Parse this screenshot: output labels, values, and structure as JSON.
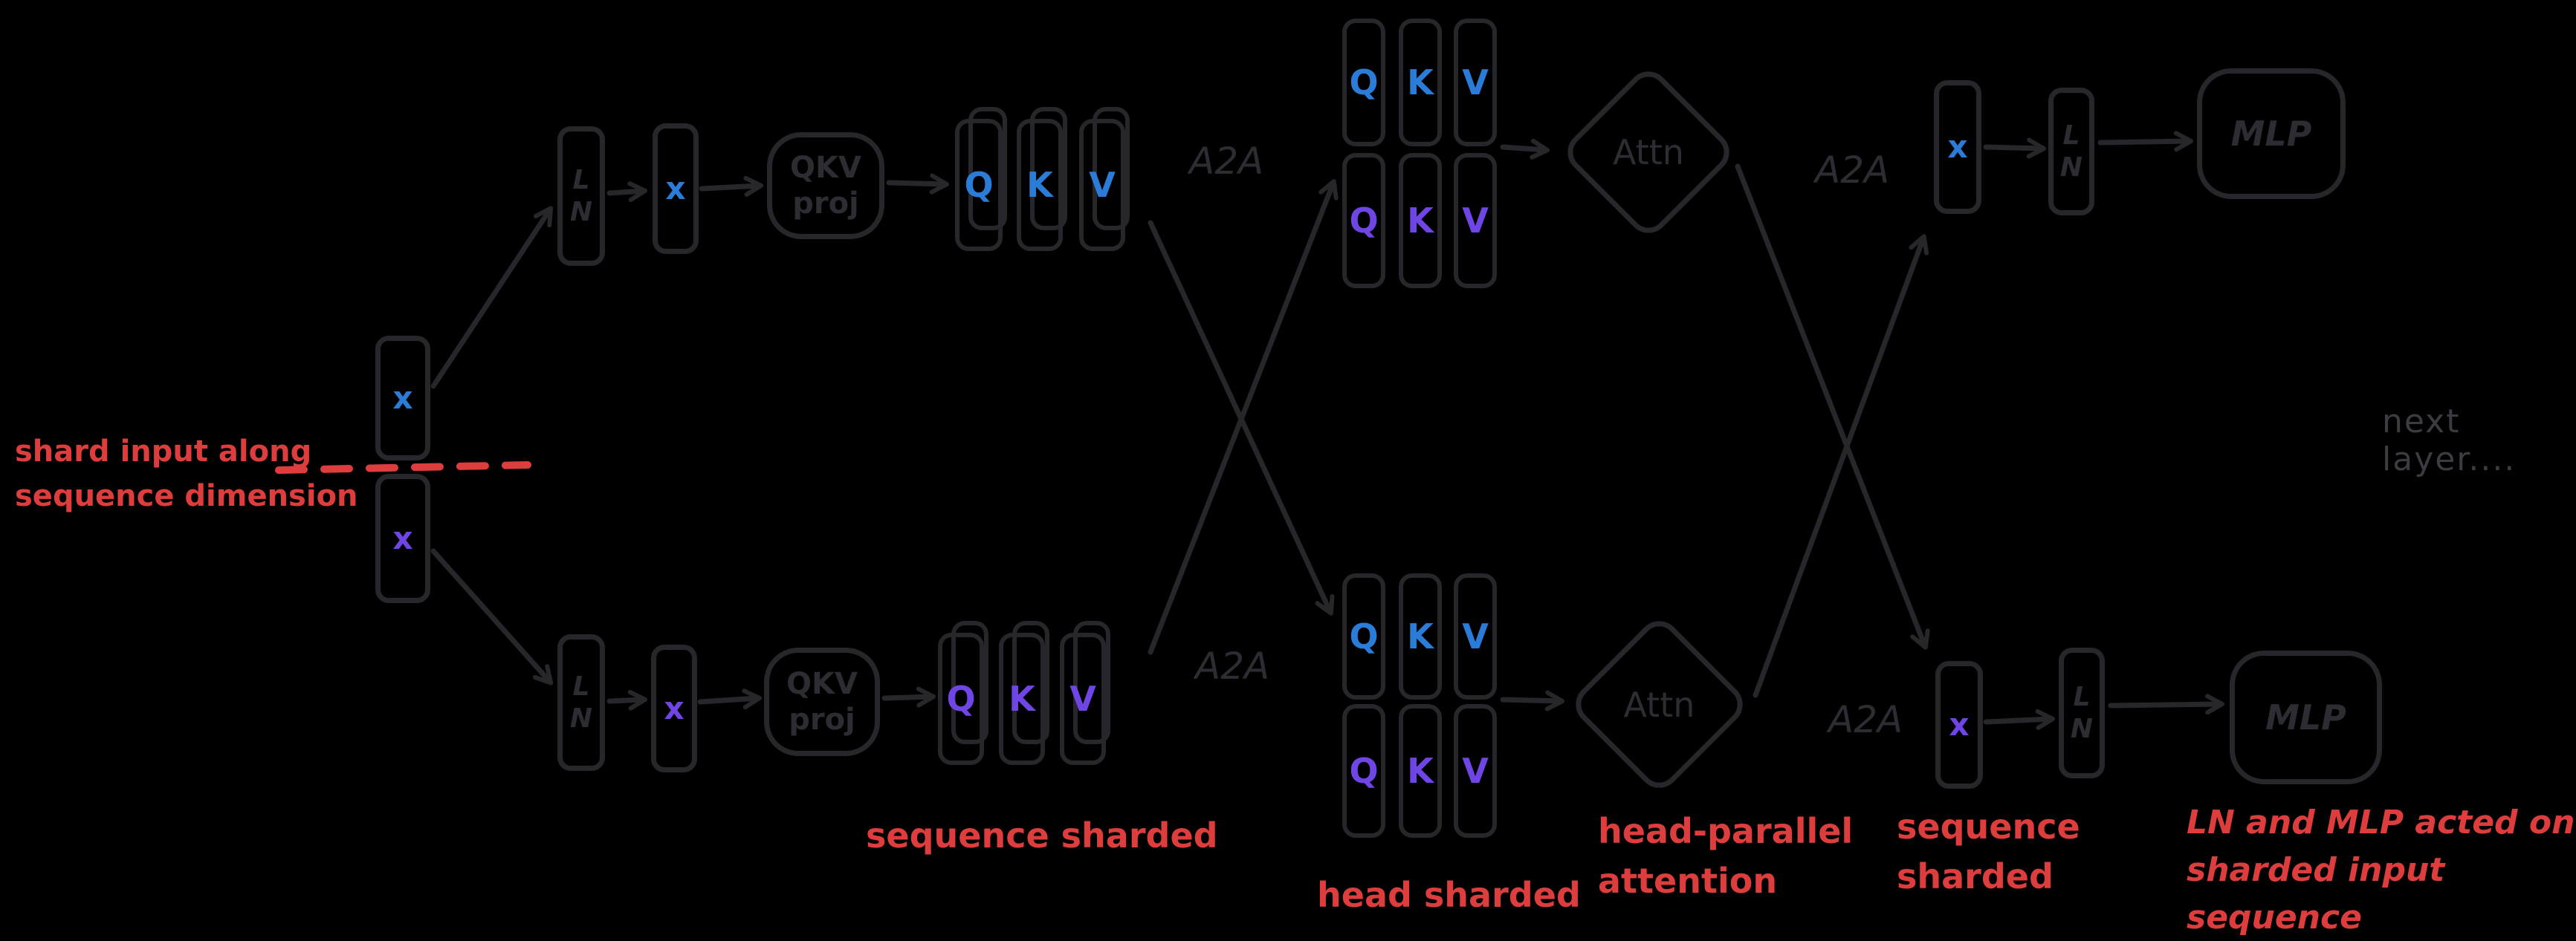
{
  "colors": {
    "stroke": "#26262b",
    "darktext": "#2c2c32",
    "lighttext": "#3b3b42",
    "blue": "#2b7cd9",
    "purple": "#6f46e5",
    "red": "#de3d3d",
    "bg": "#000000"
  },
  "labels": {
    "x": "x",
    "q": "Q",
    "k": "K",
    "v": "V",
    "ln_line1": "L",
    "ln_line2": "N",
    "qkv_proj_line1": "QKV",
    "qkv_proj_line2": "proj",
    "attn": "Attn",
    "mlp": "MLP",
    "a2a": "A2A",
    "next_layer": "next layer...."
  },
  "annotations": {
    "shard_input_line1": "shard input along",
    "shard_input_line2": "sequence dimension",
    "sequence_sharded_left": "sequence sharded",
    "head_sharded": "head sharded",
    "head_parallel_line1": "head-parallel",
    "head_parallel_line2": "attention",
    "sequence_sharded_right_line1": "sequence",
    "sequence_sharded_right_line2": "sharded",
    "ln_mlp_note_line1": "LN and MLP acted on",
    "ln_mlp_note_line2": "sharded input sequence"
  }
}
